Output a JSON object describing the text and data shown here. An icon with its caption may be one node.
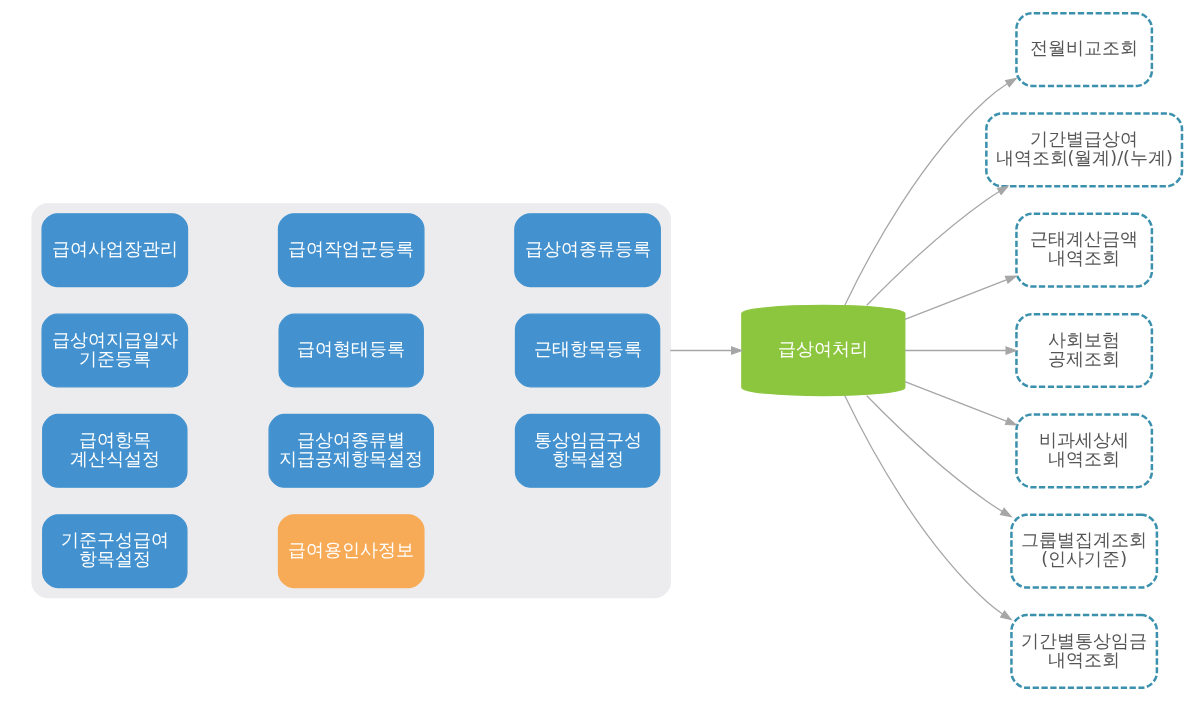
{
  "diagram": {
    "nodes": [
      {
        "text": [],
        "shape": "box"
      },
      {
        "text": [
          "급여사업장관리"
        ],
        "in": 0
      },
      {
        "text": [
          "급여작업군등록"
        ],
        "in": 0
      },
      {
        "text": [
          "급상여종류등록"
        ],
        "in": 0
      },
      {
        "text": [
          "급상여지급일자 기준등록"
        ],
        "in": 0
      },
      {
        "text": [
          "급여형태등록"
        ],
        "in": 0
      },
      {
        "text": [
          "근태항목등록"
        ],
        "in": 0
      },
      {
        "text": [
          "급여항목 계산식설정"
        ],
        "in": 0
      },
      {
        "text": [
          "급상여종류별 지급공제항목설정"
        ],
        "in": 0
      },
      {
        "text": [
          "통상임금구성 항목설정"
        ],
        "in": 0
      },
      {
        "text": [
          "기준구성급여 항목설정"
        ],
        "in": 0
      },
      {
        "text": [
          "급여용인사정보"
        ],
        "in": 0
      },
      {
        "text": [
          "급상여처리"
        ]
      },
      {
        "text": [
          "전월비교조회"
        ]
      },
      {
        "text": [
          "기간별급상여 내역조회(월계)/(누계)"
        ]
      },
      {
        "text": [
          "근태계산금액 내역조회"
        ]
      },
      {
        "text": [
          "사회보험 공제조회"
        ]
      },
      {
        "text": [
          "비과세상세 내역조회"
        ]
      },
      {
        "text": [
          "그룹별집계조회",
          "(인사기준)"
        ]
      },
      {
        "text": [
          "기간별통상임금 내역조회"
        ]
      }
    ],
    "edges": [
      {
        "from": 0,
        "to": 12,
        "arrow": "to"
      },
      {
        "from": 12,
        "to": 13,
        "arrow": "to"
      },
      {
        "from": 12,
        "to": 14,
        "arrow": "to"
      },
      {
        "from": 12,
        "to": 15,
        "arrow": "to"
      },
      {
        "from": 12,
        "to": 16,
        "arrow": "to"
      },
      {
        "from": 12,
        "to": 17,
        "arrow": "to"
      },
      {
        "from": 12,
        "to": 18,
        "arrow": "to"
      },
      {
        "from": 12,
        "to": 19,
        "arrow": "to"
      }
    ]
  }
}
